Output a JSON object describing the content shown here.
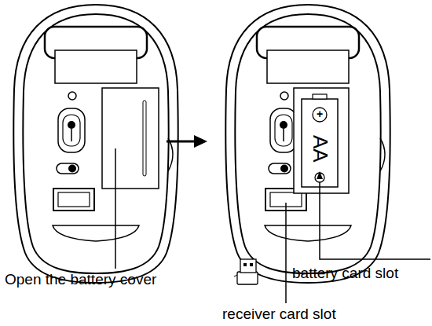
{
  "diagram": {
    "labels": [
      "Open the battery cover",
      "+",
      "AA",
      "battery card slot",
      "receiver card slot"
    ]
  }
}
